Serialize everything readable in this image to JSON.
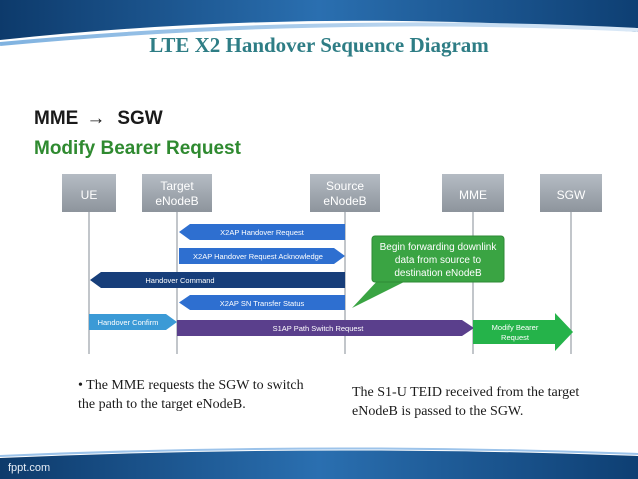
{
  "slide": {
    "title": "LTE X2 Handover Sequence Diagram",
    "heading_line1_from": "MME",
    "heading_line1_arrow": "→",
    "heading_line1_to": "SGW",
    "heading_line2": "Modify Bearer Request",
    "note_left": "• The MME requests the SGW to switch the path to the target eNodeB.",
    "note_right": "The S1-U TEID received from the target eNodeB is passed to the SGW.",
    "footer": "fppt.com"
  },
  "diagram": {
    "nodes": [
      {
        "label_line1": "UE",
        "label_line2": ""
      },
      {
        "label_line1": "Target",
        "label_line2": "eNodeB"
      },
      {
        "label_line1": "Source",
        "label_line2": "eNodeB"
      },
      {
        "label_line1": "MME",
        "label_line2": ""
      },
      {
        "label_line1": "SGW",
        "label_line2": ""
      }
    ],
    "messages": [
      {
        "label": "X2AP Handover Request",
        "from": "Source eNodeB",
        "to": "Target eNodeB",
        "color": "#2e6fd0"
      },
      {
        "label": "X2AP Handover Request Acknowledge",
        "from": "Target eNodeB",
        "to": "Source eNodeB",
        "color": "#2e6fd0"
      },
      {
        "label": "Handover Command",
        "from": "Source eNodeB",
        "to": "UE",
        "color": "#173e7a"
      },
      {
        "label": "X2AP SN Transfer Status",
        "from": "Source eNodeB",
        "to": "Target eNodeB",
        "color": "#2e6fd0"
      },
      {
        "label": "Handover Confirm",
        "from": "UE",
        "to": "Target eNodeB",
        "color": "#3b9ad6"
      },
      {
        "label": "S1AP Path Switch Request",
        "from": "Target eNodeB",
        "to": "MME",
        "color": "#5a3f8c"
      },
      {
        "label_line1": "Modify Bearer",
        "label_line2": "Request",
        "from": "MME",
        "to": "SGW",
        "color": "#25b34a"
      }
    ],
    "callout": {
      "line1": "Begin forwarding downlink",
      "line2": "data from source to",
      "line3": "destination eNodeB",
      "color": "#3aa443"
    }
  }
}
